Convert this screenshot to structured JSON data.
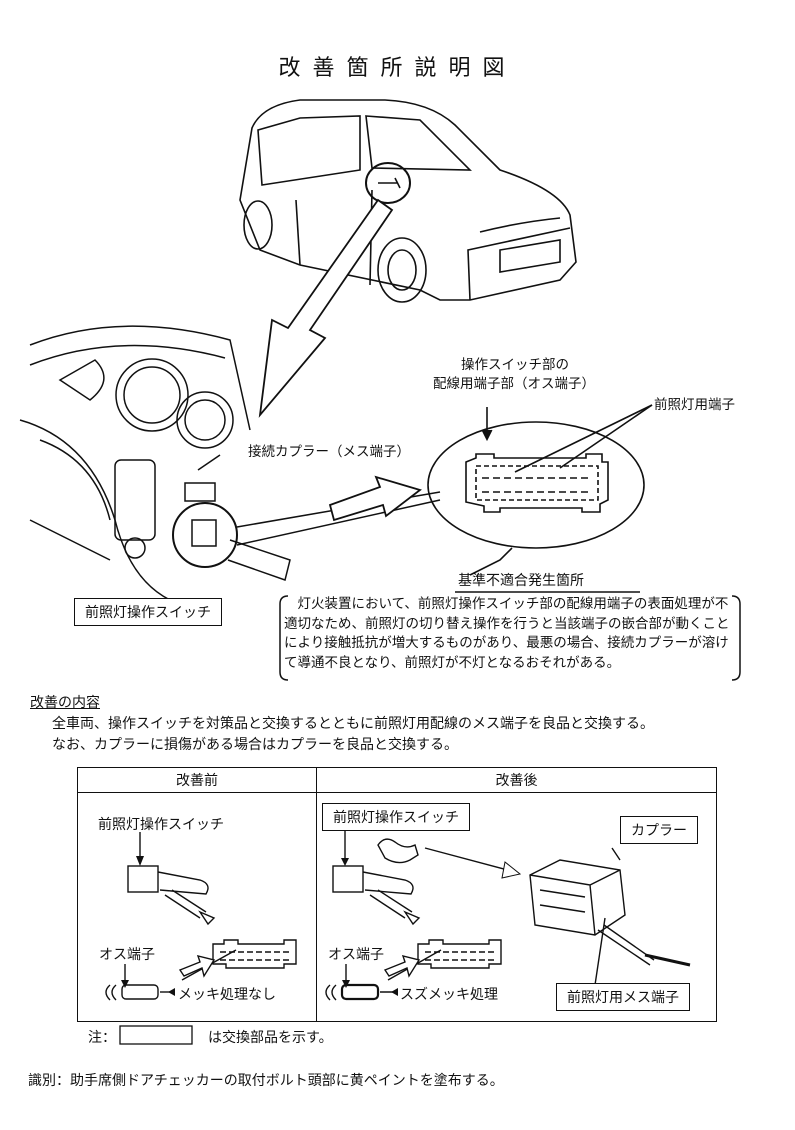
{
  "title": "改善箇所説明図",
  "labels": {
    "switch_terminal": [
      "操作スイッチ部の",
      "配線用端子部（オス端子）"
    ],
    "headlamp_terminal": "前照灯用端子",
    "coupler_female": "接続カプラー（メス端子）",
    "defect_location": "基準不適合発生箇所",
    "headlamp_switch": "前照灯操作スイッチ"
  },
  "defect_description": "灯火装置において、前照灯操作スイッチ部の配線用端子の表面処理が不適切なため、前照灯の切り替え操作を行うと当該端子の嵌合部が動くことにより接触抵抗が増大するものがあり、最悪の場合、接続カプラーが溶けて導通不良となり、前照灯が不灯となるおそれがある。",
  "improvement": {
    "heading": "改善の内容",
    "line1": "全車両、操作スイッチを対策品と交換するとともに前照灯用配線のメス端子を良品と交換する。",
    "line2": "なお、カプラーに損傷がある場合はカプラーを良品と交換する。"
  },
  "comparison": {
    "before_header": "改善前",
    "after_header": "改善後",
    "before": {
      "switch": "前照灯操作スイッチ",
      "male": "オス端子",
      "plating": "メッキ処理なし"
    },
    "after": {
      "switch": "前照灯操作スイッチ",
      "coupler": "カプラー",
      "male": "オス端子",
      "plating": "スズメッキ処理",
      "female": "前照灯用メス端子"
    }
  },
  "note": {
    "prefix": "注：",
    "suffix": "は交換部品を示す。"
  },
  "identification": "識別：助手席側ドアチェッカーの取付ボルト頭部に黄ペイントを塗布する。"
}
